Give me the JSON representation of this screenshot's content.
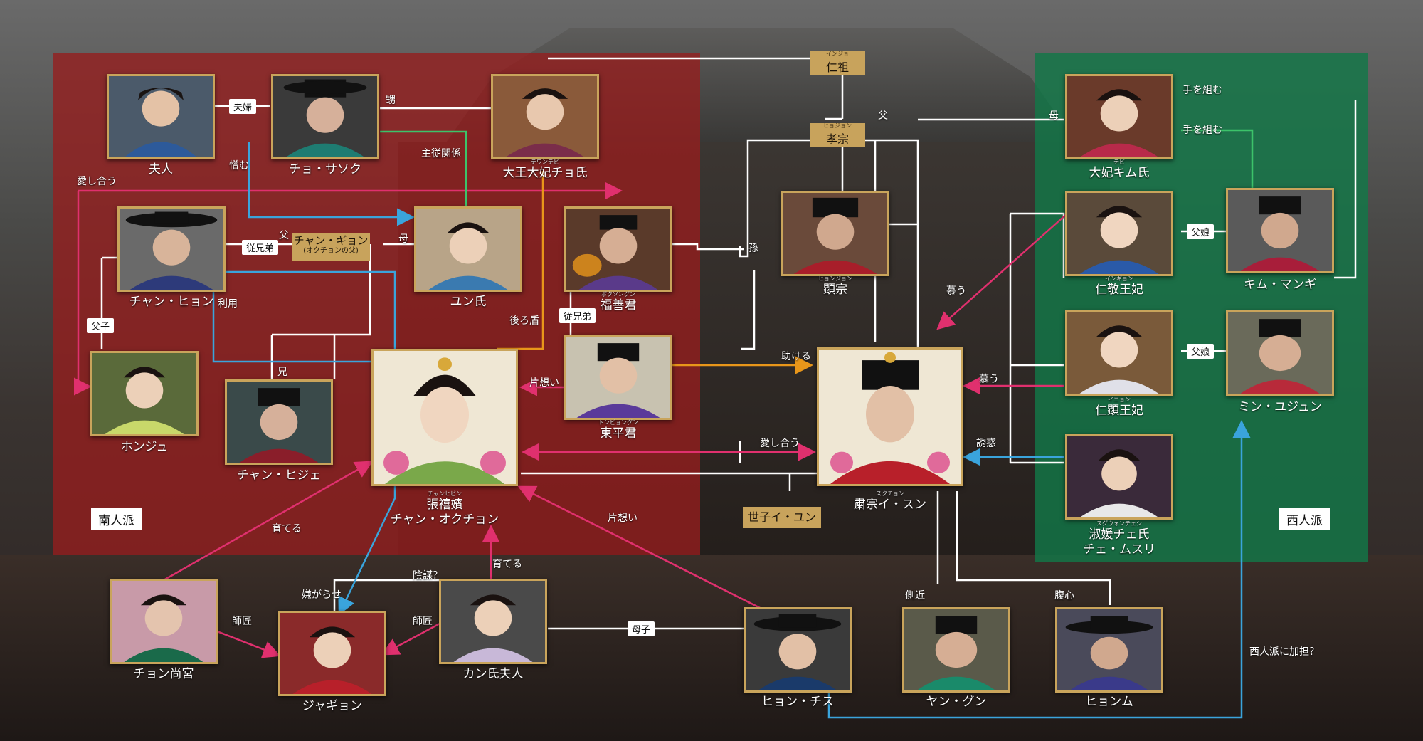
{
  "colors": {
    "red_panel": "#8b1e1e",
    "green_panel": "#13794a",
    "pink": "#e0306e",
    "blue": "#3aa4dc",
    "white": "#ffffff",
    "orange": "#e8961a",
    "green_line": "#3cc36a",
    "gold": "#c8a35c"
  },
  "factions": {
    "south": "南人派",
    "west": "西人派"
  },
  "people": {
    "fujin": {
      "name": "夫人"
    },
    "cho_sasok": {
      "name": "チョ・サソク"
    },
    "daio": {
      "ruby": "テワンテビ",
      "name": "大王大妃チョ氏"
    },
    "jang_hyon": {
      "name": "チャン・ヒョン"
    },
    "yun": {
      "name": "ユン氏"
    },
    "fukuzen": {
      "ruby": "ボクソングン",
      "name": "福善君"
    },
    "honju": {
      "name": "ホンジュ"
    },
    "jang_hije": {
      "name": "チャン・ヒジェ"
    },
    "okjong": {
      "ruby": "チャンヒビン",
      "name": "張禧嬪",
      "name2": "チャン・オクチョン"
    },
    "touhei": {
      "ruby": "トンピョングン",
      "name": "東平君"
    },
    "kensou": {
      "ruby": "ヒョンジョン",
      "name": "顕宗"
    },
    "sukjong": {
      "ruby": "スクチョン",
      "name": "粛宗イ・スン"
    },
    "daihi_kim": {
      "ruby": "テビ",
      "name": "大妃キム氏"
    },
    "inkei": {
      "ruby": "インギョン",
      "name": "仁敬王妃"
    },
    "kim_mangi": {
      "name": "キム・マンギ"
    },
    "inken": {
      "ruby": "イニョン",
      "name": "仁顕王妃"
    },
    "min_yujun": {
      "name": "ミン・ユジュン"
    },
    "choe": {
      "ruby": "スグウォンチェシ",
      "name": "淑媛チェ氏",
      "name2": "チェ・ムスリ"
    },
    "jong_shangung": {
      "name": "チョン尚宮"
    },
    "jagyon": {
      "name": "ジャギョン"
    },
    "kang": {
      "name": "カン氏夫人"
    },
    "hyon_chisu": {
      "name": "ヒョン・チス"
    },
    "yang_gun": {
      "name": "ヤン・グン"
    },
    "hyonmu": {
      "name": "ヒョンム"
    }
  },
  "ancestors": {
    "injo": {
      "ruby": "インジョ",
      "name": "仁祖"
    },
    "hyojong": {
      "ruby": "ヒョジョン",
      "name": "孝宗"
    }
  },
  "plain_tags": {
    "jang_gyong": "チャン・ギョン",
    "jang_gyong_note": "(オクチョンの父)",
    "seja": "世子イ・ユン"
  },
  "white_tags": {
    "fufu": "夫婦",
    "jyukei": "従兄弟",
    "fushi": "父子",
    "jyukei2": "従兄弟",
    "boshi": "母子",
    "fujou1": "父娘",
    "fujou2": "父娘"
  },
  "relations": {
    "oi": "甥",
    "nikumu": "憎む",
    "shujyu": "主従関係",
    "aishiau1": "愛し合う",
    "chichi1": "父",
    "haha1": "母",
    "riyou": "利用",
    "ushirodate": "後ろ盾",
    "ani": "兄",
    "kataomoi1": "片想い",
    "tasukeru": "助ける",
    "mago": "孫",
    "chichi2": "父",
    "haha2": "母",
    "te1": "手を組む",
    "te2": "手を組む",
    "shitau1": "慕う",
    "shitau2": "慕う",
    "yuwaku": "誘惑",
    "aishiau2": "愛し合う",
    "sodateru1": "育てる",
    "kataomoi2": "片想い",
    "sodateru2": "育てる",
    "inbou": "陰謀？",
    "iyagarase": "嫌がらせ",
    "shishou1": "師匠",
    "shishou2": "師匠",
    "sokkin": "側近",
    "fukushin": "腹心",
    "seijin": "西人派に加担？"
  }
}
